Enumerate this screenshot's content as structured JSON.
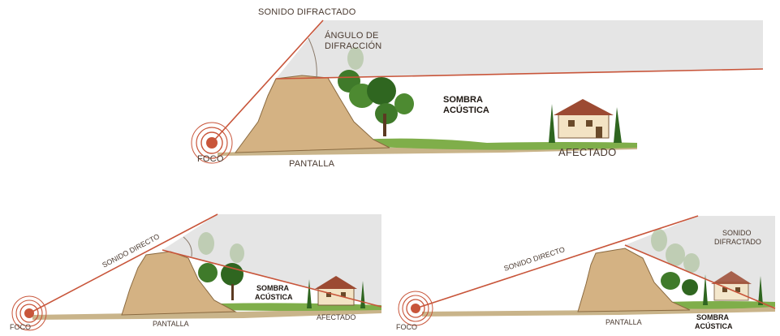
{
  "top": {
    "source_label": "FOCO",
    "barrier_label": "PANTALLA",
    "receiver_label": "AFECTADO",
    "diffracted_ray_label": "SONIDO DIFRACTADO",
    "angle_label_line1": "ÁNGULO DE",
    "angle_label_line2": "DIFRACCIÓN",
    "shadow_label_line1": "SOMBRA",
    "shadow_label_line2": "ACÚSTICA"
  },
  "bottom_left": {
    "source_label": "FOCO",
    "barrier_label": "PANTALLA",
    "receiver_label": "AFECTADO",
    "direct_ray_label": "SONIDO DIRECTO",
    "shadow_label_line1": "SOMBRA",
    "shadow_label_line2": "ACÚSTICA"
  },
  "bottom_right": {
    "source_label": "FOCO",
    "barrier_label": "PANTALLA",
    "direct_ray_label": "SONIDO DIRECTO",
    "diffracted_label_line1": "SONIDO",
    "diffracted_label_line2": "DIFRACTADO",
    "shadow_label_line1": "SOMBRA",
    "shadow_label_line2": "ACÚSTICA"
  },
  "colors": {
    "ray": "#c8553a",
    "shadow_zone": "#dcdcdc",
    "barrier": "#d4b283",
    "foliage": "#3f7a2a",
    "ground": "#9bbf6a",
    "source": "#c8553a"
  }
}
